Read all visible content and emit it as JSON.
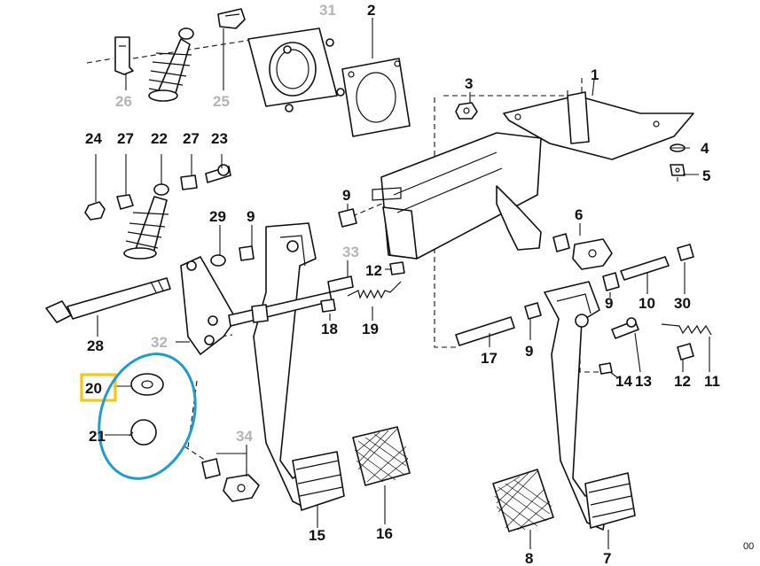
{
  "diagram": {
    "callouts": [
      {
        "id": "c31",
        "text": "31",
        "muted": true
      },
      {
        "id": "c2",
        "text": "2",
        "muted": false
      },
      {
        "id": "c26",
        "text": "26",
        "muted": true
      },
      {
        "id": "c25",
        "text": "25",
        "muted": true
      },
      {
        "id": "c3",
        "text": "3",
        "muted": false
      },
      {
        "id": "c1",
        "text": "1",
        "muted": false
      },
      {
        "id": "c24",
        "text": "24",
        "muted": false
      },
      {
        "id": "c27a",
        "text": "27",
        "muted": false
      },
      {
        "id": "c22",
        "text": "22",
        "muted": false
      },
      {
        "id": "c27b",
        "text": "27",
        "muted": false
      },
      {
        "id": "c23",
        "text": "23",
        "muted": false
      },
      {
        "id": "c4",
        "text": "4",
        "muted": false
      },
      {
        "id": "c5",
        "text": "5",
        "muted": false
      },
      {
        "id": "c9a",
        "text": "9",
        "muted": false
      },
      {
        "id": "c29",
        "text": "29",
        "muted": false
      },
      {
        "id": "c9b",
        "text": "9",
        "muted": false
      },
      {
        "id": "c6",
        "text": "6",
        "muted": false
      },
      {
        "id": "c33",
        "text": "33",
        "muted": true
      },
      {
        "id": "c12a",
        "text": "12",
        "muted": false
      },
      {
        "id": "c28",
        "text": "28",
        "muted": false
      },
      {
        "id": "c32",
        "text": "32",
        "muted": true
      },
      {
        "id": "c18",
        "text": "18",
        "muted": false
      },
      {
        "id": "c19",
        "text": "19",
        "muted": false
      },
      {
        "id": "c9c",
        "text": "9",
        "muted": false
      },
      {
        "id": "c10",
        "text": "10",
        "muted": false
      },
      {
        "id": "c30",
        "text": "30",
        "muted": false
      },
      {
        "id": "c17",
        "text": "17",
        "muted": false
      },
      {
        "id": "c9d",
        "text": "9",
        "muted": false
      },
      {
        "id": "c20",
        "text": "20",
        "muted": false
      },
      {
        "id": "c14",
        "text": "14",
        "muted": false
      },
      {
        "id": "c13",
        "text": "13",
        "muted": false
      },
      {
        "id": "c12b",
        "text": "12",
        "muted": false
      },
      {
        "id": "c11",
        "text": "11",
        "muted": false
      },
      {
        "id": "c21",
        "text": "21",
        "muted": false
      },
      {
        "id": "c34",
        "text": "34",
        "muted": true
      },
      {
        "id": "c15",
        "text": "15",
        "muted": false
      },
      {
        "id": "c16",
        "text": "16",
        "muted": false
      },
      {
        "id": "c8",
        "text": "8",
        "muted": false
      },
      {
        "id": "c7",
        "text": "7",
        "muted": false
      },
      {
        "id": "c00",
        "text": "00",
        "muted": false
      }
    ],
    "highlight_color": "#f5c518",
    "circle_color": "#1e9bd7",
    "ink_color": "#111111",
    "muted_color": "#b4b4b4"
  }
}
